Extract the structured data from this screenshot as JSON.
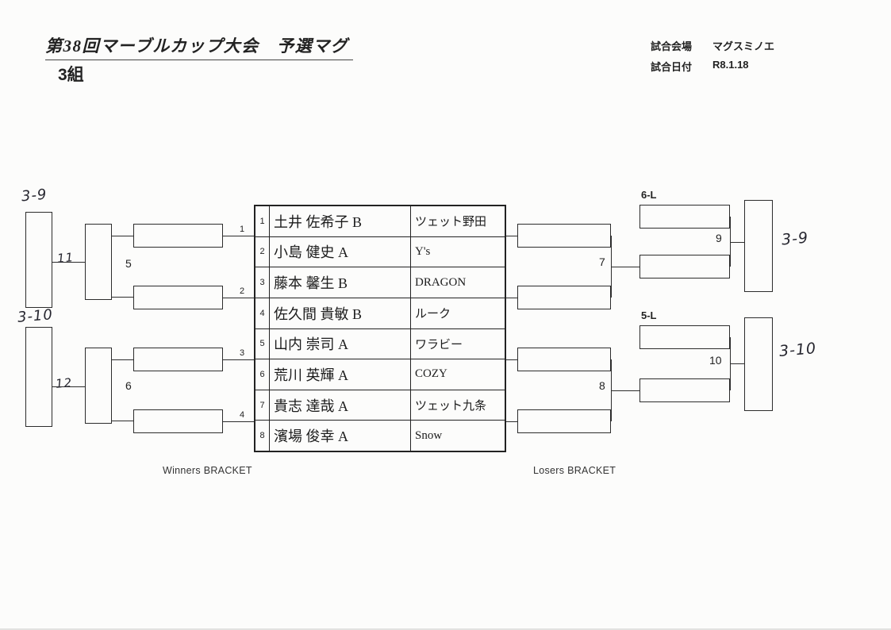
{
  "header": {
    "title": "第38回マーブルカップ大会　予選マグ",
    "group_label": "3組",
    "venue_label": "試合会場",
    "venue_value": "マグスミノエ",
    "date_label": "試合日付",
    "date_value": "R8.1.18"
  },
  "table": {
    "players": [
      {
        "seed": "1",
        "name": "土井 佐希子 B",
        "team": "ツェット野田"
      },
      {
        "seed": "2",
        "name": "小島 健史 A",
        "team": "Y's"
      },
      {
        "seed": "3",
        "name": "藤本 馨生 B",
        "team": "DRAGON"
      },
      {
        "seed": "4",
        "name": "佐久間 貴敏 B",
        "team": "ルーク"
      },
      {
        "seed": "5",
        "name": "山内 崇司 A",
        "team": "ワラビー"
      },
      {
        "seed": "6",
        "name": "荒川 英輝 A",
        "team": "COZY"
      },
      {
        "seed": "7",
        "name": "貴志 達哉 A",
        "team": "ツェット九条"
      },
      {
        "seed": "8",
        "name": "濱場 俊幸 A",
        "team": "Snow"
      }
    ]
  },
  "winners": {
    "section_label": "Winners BRACKET",
    "match1": "1",
    "match2": "2",
    "match3": "3",
    "match4": "4",
    "match5": "5",
    "match6": "6",
    "match11": "11",
    "match12": "12",
    "result_top": "3-9",
    "result_bottom": "3-10"
  },
  "losers": {
    "section_label": "Losers BRACKET",
    "match7": "7",
    "match8": "8",
    "match9": "9",
    "match10": "10",
    "box6l": "6-L",
    "box5l": "5-L",
    "result_top": "3-9",
    "result_bottom": "3-10"
  }
}
